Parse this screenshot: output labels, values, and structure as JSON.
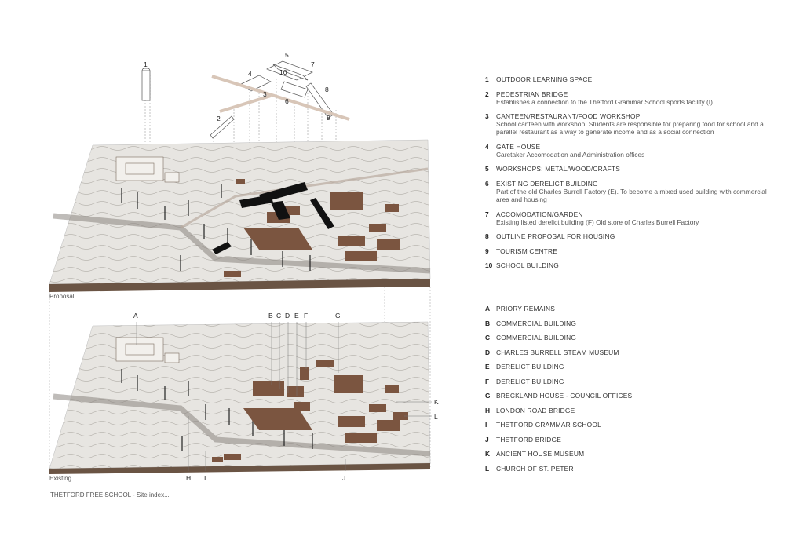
{
  "labels": {
    "proposal": "Proposal",
    "existing": "Existing",
    "caption": "THETFORD FREE SCHOOL - Site index..."
  },
  "proposal_items": [
    {
      "num": "1",
      "title": "OUTDOOR LEARNING SPACE",
      "desc": ""
    },
    {
      "num": "2",
      "title": "PEDESTRIAN BRIDGE",
      "desc": "Establishes a connection to the Thetford Grammar School sports facility (I)"
    },
    {
      "num": "3",
      "title": "CANTEEN/RESTAURANT/FOOD WORKSHOP",
      "desc": "School canteen with workshop. Students are responsible for preparing food for school and a parallel restaurant as a way to generate income and as a social connection"
    },
    {
      "num": "4",
      "title": "GATE HOUSE",
      "desc": "Caretaker Accomodation and Administration offices"
    },
    {
      "num": "5",
      "title": "WORKSHOPS: METAL/WOOD/CRAFTS",
      "desc": ""
    },
    {
      "num": "6",
      "title": "EXISTING DERELICT BUILDING",
      "desc": "Part of the old Charles Burrell Factory (E). To become a mixed used building with commercial area and housing"
    },
    {
      "num": "7",
      "title": "ACCOMODATION/GARDEN",
      "desc": "Existing listed derelict building (F) Old store of Charles Burrell Factory"
    },
    {
      "num": "8",
      "title": "OUTLINE PROPOSAL FOR HOUSING",
      "desc": ""
    },
    {
      "num": "9",
      "title": "TOURISM CENTRE",
      "desc": ""
    },
    {
      "num": "10",
      "title": "SCHOOL BUILDING",
      "desc": ""
    }
  ],
  "existing_items": [
    {
      "num": "A",
      "title": "PRIORY REMAINS"
    },
    {
      "num": "B",
      "title": "COMMERCIAL BUILDING"
    },
    {
      "num": "C",
      "title": "COMMERCIAL BUILDING"
    },
    {
      "num": "D",
      "title": "CHARLES BURRELL STEAM MUSEUM"
    },
    {
      "num": "E",
      "title": "DERELICT BUILDING"
    },
    {
      "num": "F",
      "title": "DERELICT BUILDING"
    },
    {
      "num": "G",
      "title": "BRECKLAND HOUSE - COUNCIL OFFICES"
    },
    {
      "num": "H",
      "title": "LONDON ROAD BRIDGE"
    },
    {
      "num": "I",
      "title": "THETFORD GRAMMAR SCHOOL"
    },
    {
      "num": "J",
      "title": "THETFORD BRIDGE"
    },
    {
      "num": "K",
      "title": "ANCIENT HOUSE MUSEUM"
    },
    {
      "num": "L",
      "title": "CHURCH OF ST. PETER"
    }
  ],
  "diagram_markers": {
    "exploded": [
      "1",
      "2",
      "3",
      "4",
      "5",
      "6",
      "7",
      "8",
      "9",
      "10"
    ],
    "existing_top": [
      "A",
      "B",
      "C",
      "D",
      "E",
      "F",
      "G"
    ],
    "existing_side": [
      "K",
      "L"
    ],
    "existing_bottom": [
      "H",
      "I",
      "J"
    ]
  },
  "colors": {
    "model_base": "#e7e5e1",
    "model_edge": "#6a5444",
    "timber": "#7b5540",
    "proposal_black": "#111111",
    "river": "#b9aba0"
  }
}
